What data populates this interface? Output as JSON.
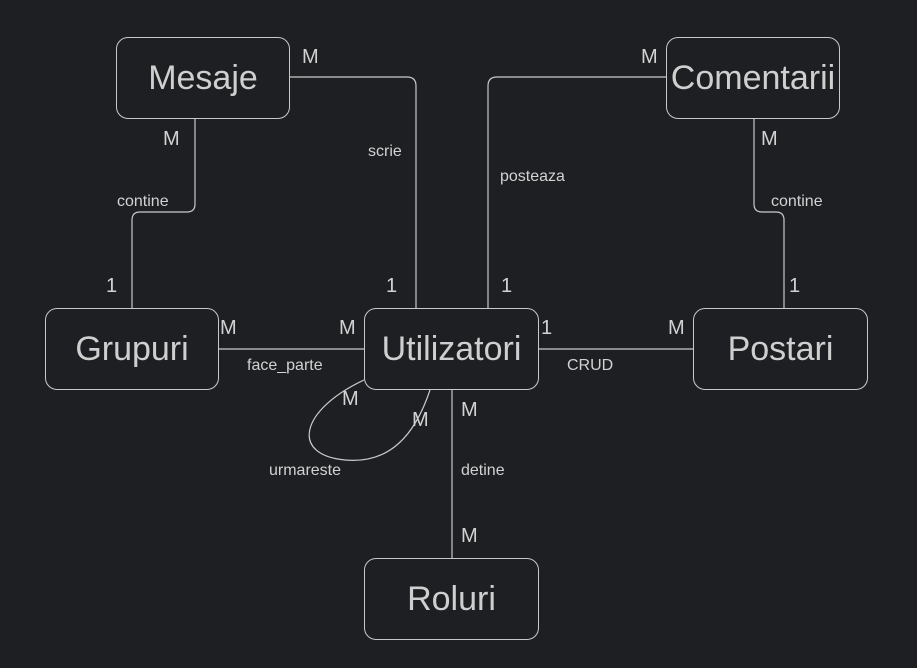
{
  "entities": {
    "mesaje": "Mesaje",
    "comentarii": "Comentarii",
    "grupuri": "Grupuri",
    "utilizatori": "Utilizatori",
    "postari": "Postari",
    "roluri": "Roluri"
  },
  "relations": {
    "scrie": {
      "label": "scrie",
      "from": "M",
      "to": "1"
    },
    "posteaza": {
      "label": "posteaza",
      "from": "M",
      "to": "1"
    },
    "contine_mesaje": {
      "label": "contine",
      "from": "M",
      "to": "1"
    },
    "contine_comentarii": {
      "label": "contine",
      "from": "M",
      "to": "1"
    },
    "face_parte": {
      "label": "face_parte",
      "from": "M",
      "to": "M"
    },
    "crud": {
      "label": "CRUD",
      "from": "1",
      "to": "M"
    },
    "detine": {
      "label": "detine",
      "from": "M",
      "to": "M"
    },
    "urmareste": {
      "label": "urmareste",
      "from": "M",
      "to": "M"
    }
  },
  "colors": {
    "background": "#1e1f22",
    "line": "#c9c9c9",
    "text": "#cfcfcf"
  }
}
